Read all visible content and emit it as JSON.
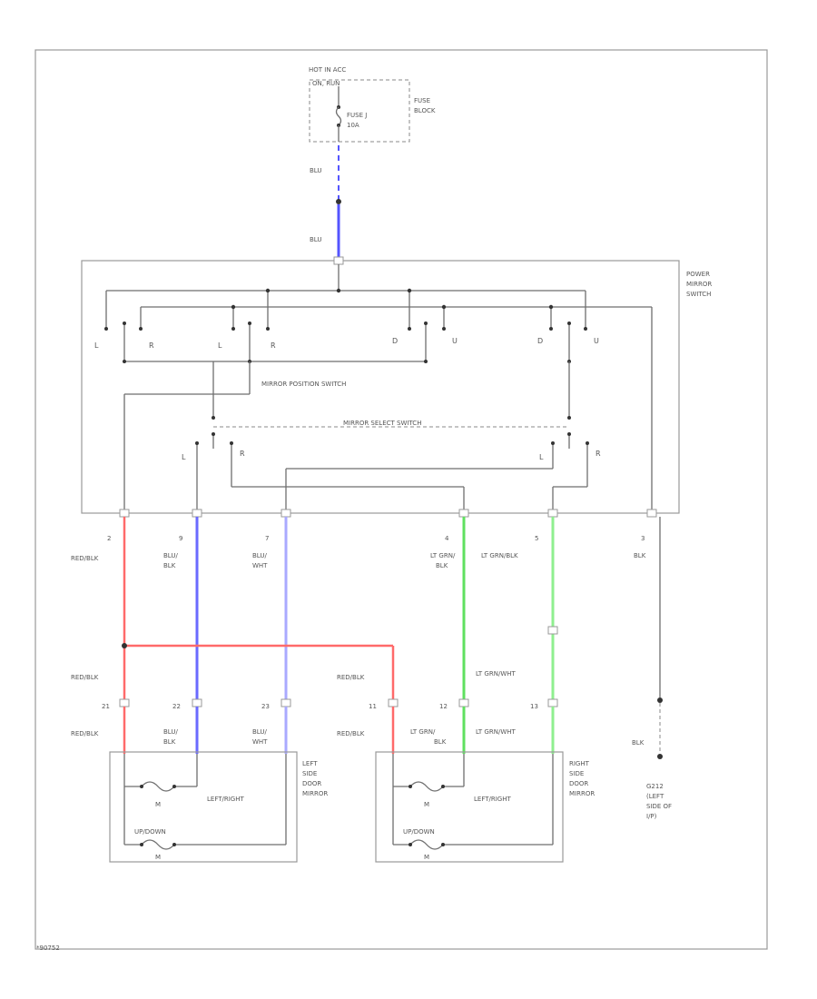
{
  "labels": {
    "hot_in_acc": "HOT IN ACC",
    "on_run": "ON, RUN",
    "fuse_block": [
      "FUSE",
      "BLOCK"
    ],
    "fuse": [
      "FUSE J",
      "10A"
    ],
    "power_mirror_switch": [
      "POWER",
      "MIRROR",
      "SWITCH"
    ],
    "mirror_position_switch": "MIRROR POSITION SWITCH",
    "mirror_select_switch": "MIRROR SELECT SWITCH",
    "left_mirror": [
      "LEFT",
      "SIDE",
      "DOOR",
      "MIRROR"
    ],
    "right_mirror": [
      "RIGHT",
      "SIDE",
      "DOOR",
      "MIRROR"
    ],
    "left_right": "LEFT/RIGHT",
    "up_down": "UP/DOWN",
    "motor": "M",
    "ground": [
      "G212",
      "(LEFT",
      "SIDE OF",
      "I/P)"
    ],
    "footer": "*90752"
  },
  "switch_contacts": {
    "lr_group": [
      "L",
      "R",
      "L",
      "R"
    ],
    "ud_group": [
      "D",
      "U",
      "D",
      "U"
    ],
    "select": [
      "L",
      "R",
      "L",
      "R"
    ]
  },
  "wires": {
    "blu_1": "BLU",
    "blu_2": "BLU",
    "pins_switch": [
      "2",
      "9",
      "7",
      "4",
      "5",
      "3"
    ],
    "colors_top": [
      [
        "RED/BLK"
      ],
      [
        "BLU/",
        "BLK"
      ],
      [
        "BLU/",
        "WHT"
      ],
      [
        "LT GRN/",
        "BLK"
      ],
      [
        "LT GRN/BLK"
      ],
      [
        "BLK"
      ]
    ],
    "mid": {
      "red_left": "RED/BLK",
      "red_right": "RED/BLK",
      "lt_grn_wht": "LT GRN/WHT"
    },
    "pins_mirror": [
      "21",
      "22",
      "23",
      "11",
      "12",
      "13"
    ],
    "colors_bottom": [
      [
        "RED/BLK"
      ],
      [
        "BLU/",
        "BLK"
      ],
      [
        "BLU/",
        "WHT"
      ],
      [
        "RED/BLK"
      ],
      [
        "LT GRN/",
        "BLK"
      ],
      [
        "LT GRN/WHT"
      ]
    ],
    "blk_ground": "BLK"
  },
  "colors": {
    "red": "#ff6a6a",
    "blue_dark": "#6a6aff",
    "blue_light": "#a9a9ff",
    "green_dark": "#5fe05f",
    "green_light": "#8fef8f",
    "blue_feed": "#5555ff"
  }
}
